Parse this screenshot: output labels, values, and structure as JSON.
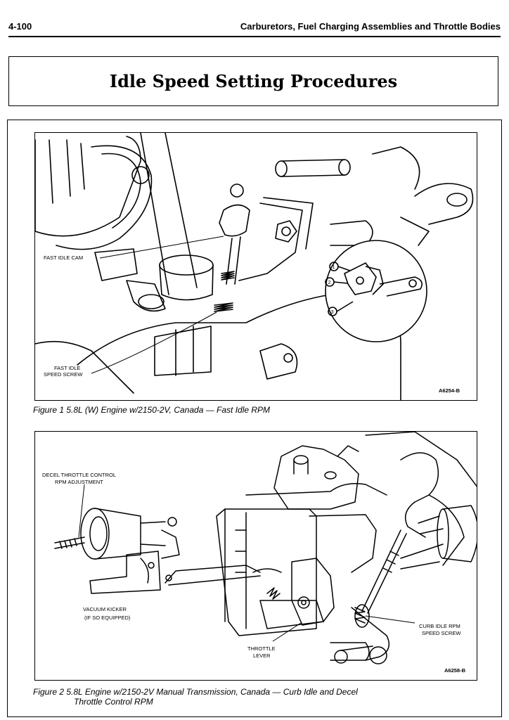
{
  "header": {
    "page_number": "4-100",
    "running_title": "Carburetors, Fuel Charging Assemblies and Throttle Bodies"
  },
  "section_title": "Idle Speed Setting Procedures",
  "figure1": {
    "callouts": {
      "fast_idle_cam": "FAST IDLE CAM",
      "fast_idle_speed_screw_1": "FAST IDLE",
      "fast_idle_speed_screw_2": "SPEED SCREW",
      "circle_1": "1",
      "circle_2": "2",
      "circle_3": "3"
    },
    "code": "A6254-B",
    "caption": "Figure 1  5.8L (W) Engine w/2150-2V, Canada — Fast Idle RPM"
  },
  "figure2": {
    "callouts": {
      "decel_1": "DECEL THROTTLE CONTROL",
      "decel_2": "RPM ADJUSTMENT",
      "kicker_1": "VACUUM KICKER",
      "kicker_2": "(IF SO EQUIPPED)",
      "lever_1": "THROTTLE",
      "lever_2": "LEVER",
      "curb_1": "CURB IDLE RPM",
      "curb_2": "SPEED SCREW"
    },
    "code": "A6258-B",
    "caption_line1": "Figure 2  5.8L Engine w/2150-2V Manual Transmission, Canada — Curb Idle and Decel",
    "caption_line2": "Throttle Control RPM"
  }
}
